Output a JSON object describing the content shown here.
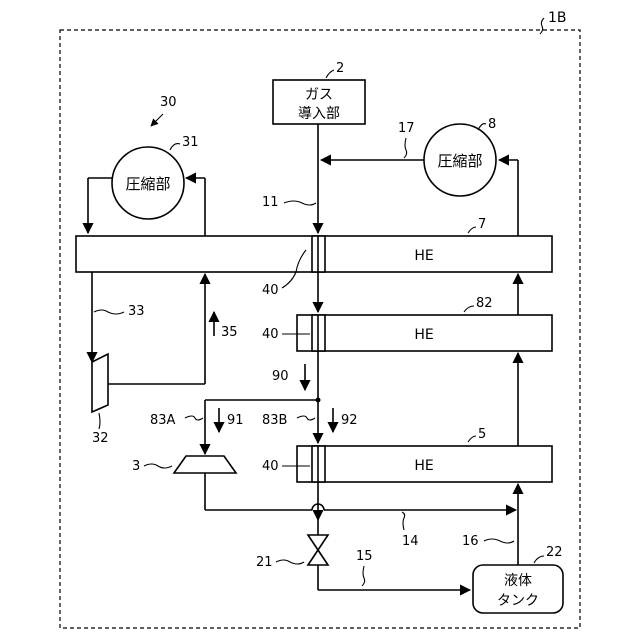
{
  "diagram": {
    "system_ref": "1B",
    "gas_inlet": {
      "ref": "2",
      "label_line1": "ガス",
      "label_line2": "導入部"
    },
    "compressor_31": {
      "ref": "31",
      "label": "圧縮部"
    },
    "compressor_8": {
      "ref": "8",
      "label": "圧縮部"
    },
    "refrigeration_unit_ref": "30",
    "heat_exchangers": [
      {
        "ref": "7",
        "label": "HE"
      },
      {
        "ref": "82",
        "label": "HE"
      },
      {
        "ref": "5",
        "label": "HE"
      }
    ],
    "liquid_tank": {
      "ref": "22",
      "label_line1": "液体",
      "label_line2": "タンク"
    },
    "refs": {
      "line_11": "11",
      "line_17": "17",
      "line_33": "33",
      "flow_35": "35",
      "expander_32": "32",
      "sep_40a": "40",
      "sep_40b": "40",
      "sep_40c": "40",
      "flow_90": "90",
      "flow_91": "91",
      "flow_92": "92",
      "line_83a": "83A",
      "line_83b": "83B",
      "expander_3": "3",
      "valve_21": "21",
      "line_14": "14",
      "line_15": "15",
      "line_16": "16"
    }
  }
}
